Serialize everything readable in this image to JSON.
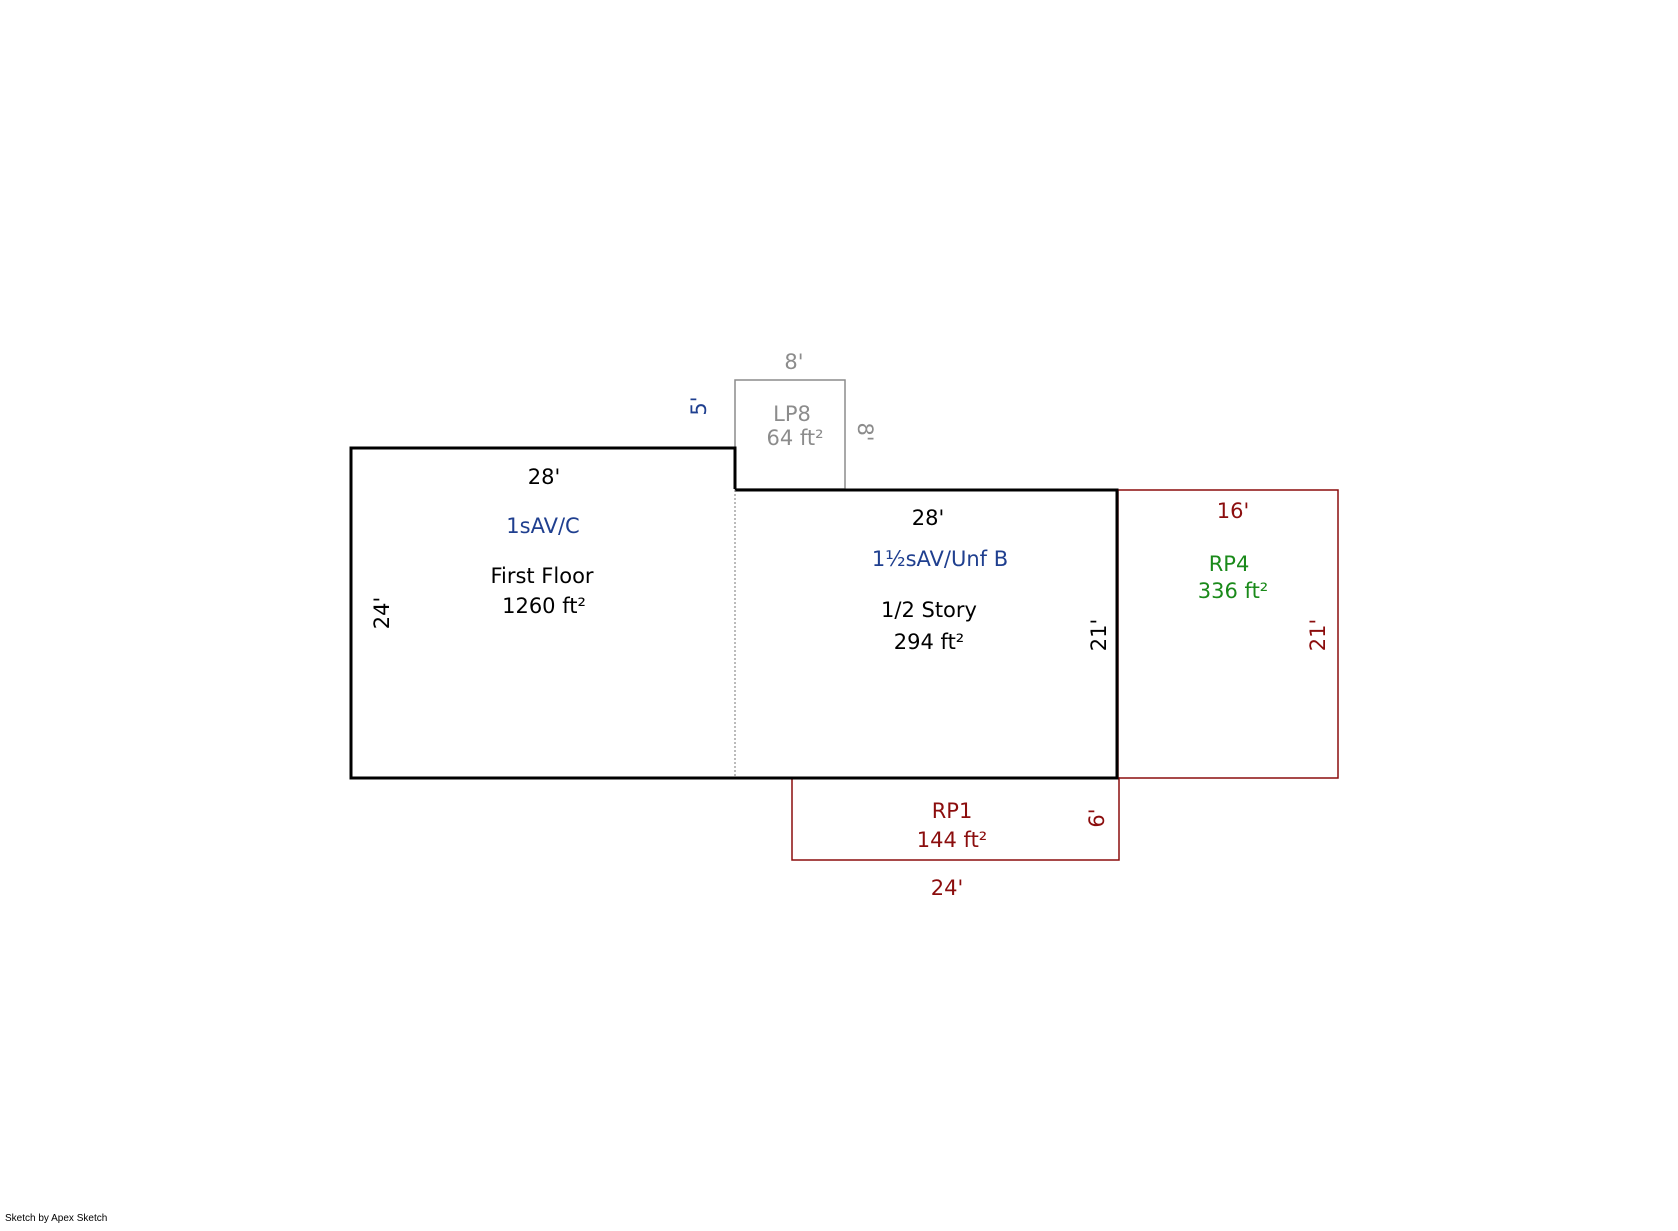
{
  "colors": {
    "black": "#000000",
    "blue": "#1f3f8f",
    "gray": "#8c8c8c",
    "red": "#8b0d0d",
    "green": "#1a8a1a"
  },
  "sketch": {
    "first_floor": {
      "top_dim": "28'",
      "left_dim": "24'",
      "code": "1sAV/C",
      "name": "First Floor",
      "area": "1260 ft²"
    },
    "half_story": {
      "top_dim": "28'",
      "right_dim": "21'",
      "code": "1½sAV/Unf B",
      "name": "1/2 Story",
      "area": "294 ft²"
    },
    "lp8": {
      "top_dim": "8'",
      "right_dim": "8'",
      "left_dim": "5'",
      "name": "LP8",
      "area": "64 ft²"
    },
    "rp4": {
      "top_dim": "16'",
      "right_dim": "21'",
      "name": "RP4",
      "area": "336 ft²"
    },
    "rp1": {
      "bottom_dim": "24'",
      "right_dim": "6'",
      "name": "RP1",
      "area": "144 ft²"
    }
  },
  "footer": {
    "credit": "Sketch by Apex Sketch"
  }
}
